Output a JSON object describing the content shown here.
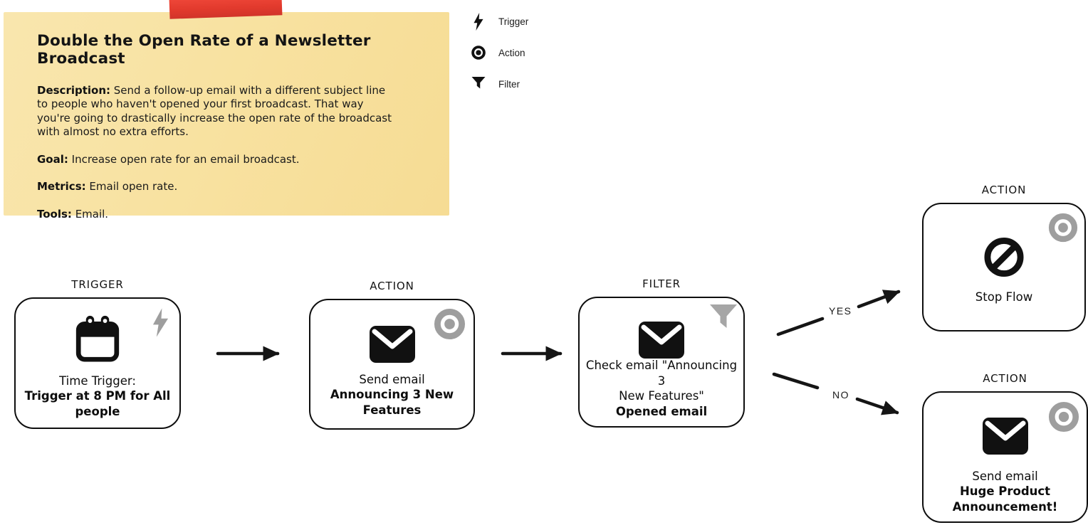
{
  "note": {
    "title": "Double the Open Rate of a Newsletter Broadcast",
    "sections": [
      {
        "label": "Description:",
        "text": " Send a follow-up email with a different subject line to people who haven't opened your first broadcast. That way you're going to drastically increase the open rate of the broadcast with almost no extra efforts."
      },
      {
        "label": "Goal:",
        "text": " Increase open rate for an email broadcast."
      },
      {
        "label": "Metrics:",
        "text": " Email open rate."
      },
      {
        "label": "Tools:",
        "text": " Email."
      }
    ]
  },
  "legend": {
    "items": [
      {
        "icon": "lightning-bolt-icon",
        "label": "Trigger"
      },
      {
        "icon": "bullseye-icon",
        "label": "Action"
      },
      {
        "icon": "funnel-icon",
        "label": "Filter"
      }
    ]
  },
  "flow": {
    "nodes": [
      {
        "type_label": "TRIGGER",
        "icon": "calendar-icon",
        "badge_icon": "lightning-bolt-icon",
        "t1": "Time Trigger:",
        "b1": "Trigger at 8 PM for All",
        "b2": "people"
      },
      {
        "type_label": "ACTION",
        "icon": "envelope-icon",
        "badge_icon": "bullseye-icon",
        "t1": "Send email",
        "b1": "Announcing 3 New",
        "b2": "Features"
      },
      {
        "type_label": "FILTER",
        "icon": "envelope-icon",
        "badge_icon": "funnel-icon",
        "t1": "Check email \"Announcing 3",
        "t2": "New Features\"",
        "b1": "Opened email"
      },
      {
        "type_label": "ACTION",
        "icon": "stop-icon",
        "badge_icon": "bullseye-icon",
        "t1": "Stop Flow"
      },
      {
        "type_label": "ACTION",
        "icon": "envelope-icon",
        "badge_icon": "bullseye-icon",
        "t1": "Send email",
        "b1": "Huge Product",
        "b2": "Announcement!"
      }
    ],
    "edge_labels": {
      "yes": "YES",
      "no": "NO"
    }
  },
  "colors": {
    "note_bg": "#f8e2a2",
    "tape_red": "#e23a2d",
    "icon_gray": "#9e9e9e",
    "ink": "#111111",
    "background": "#ffffff"
  }
}
